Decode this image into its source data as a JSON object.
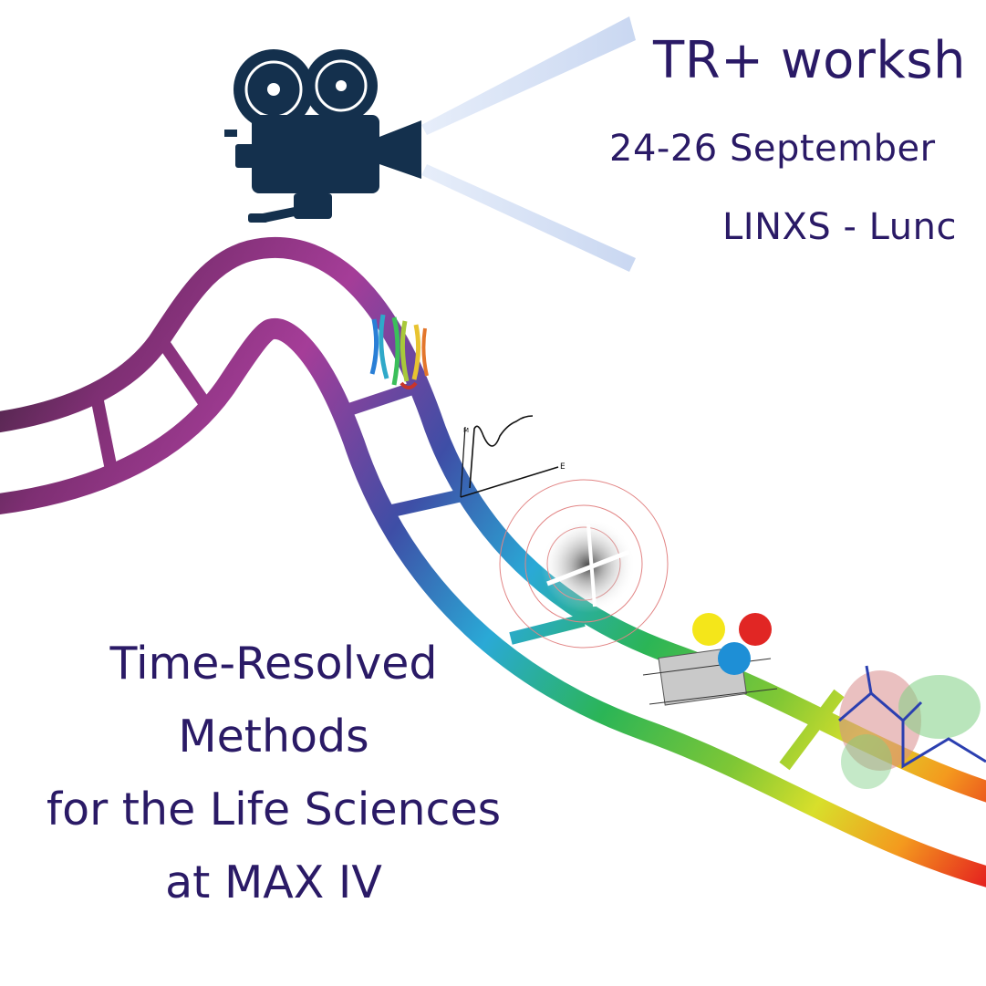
{
  "header": {
    "title": "TR+ worksh",
    "dates": "24-26 September",
    "venue": "LINXS - Lunc"
  },
  "main_title": {
    "lines": [
      "Time-Resolved",
      "Methods",
      "for the Life Sciences",
      "at MAX IV"
    ]
  },
  "frames": {
    "xas_axis_label": "E",
    "xas_peak_label": "M"
  },
  "colors": {
    "text": "#2a1a66",
    "camera": "#14304d",
    "beam": "#cfdcf3",
    "film_gradient": [
      "#3a2238",
      "#a53d98",
      "#3e4ea6",
      "#2aa9d6",
      "#2bb556",
      "#d8df2b",
      "#f49a1e",
      "#e5231f"
    ]
  }
}
